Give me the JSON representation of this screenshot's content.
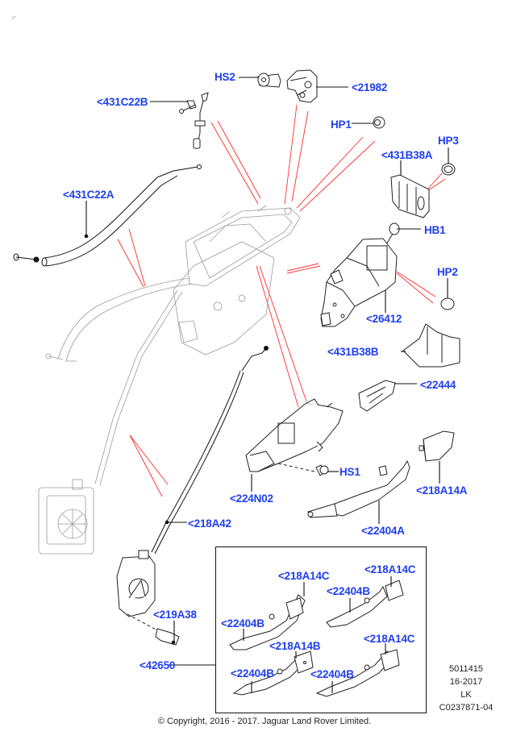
{
  "diagram": {
    "type": "exploded-parts-diagram",
    "subject": "Door handle, lock and release cable assembly",
    "label_color": "#1f3ff0",
    "leader_color": "#111111",
    "guide_line_color": "#ff2a2a",
    "callouts": {
      "hs2": "HS2",
      "c21982": "<21982",
      "c431c22b": "<431C22B",
      "hp1": "HP1",
      "hp3": "HP3",
      "c431b38a": "<431B38A",
      "c431c22a": "<431C22A",
      "hb1": "HB1",
      "hp2": "HP2",
      "c26412": "<26412",
      "c431b38b": "<431B38B",
      "c22444": "<22444",
      "hs1": "HS1",
      "c224n02": "<224N02",
      "c218a14a": "<218A14A",
      "c22404a": "<22404A",
      "c218a42": "<218A42",
      "c219a38": "<219A38",
      "c42650": "<42650"
    },
    "inset": {
      "callouts": [
        "<218A14C",
        "<218A14C",
        "<22404B",
        "<22404B",
        "<218A14B",
        "<218A14C",
        "<22404B",
        "<22404B"
      ]
    },
    "reference_block": {
      "line1": "5011415",
      "line2": "16-2017",
      "line3": "LK",
      "line4": "C0237871-04"
    },
    "copyright": "© Copyright, 2016 - 2017. Jaguar Land Rover Limited."
  }
}
